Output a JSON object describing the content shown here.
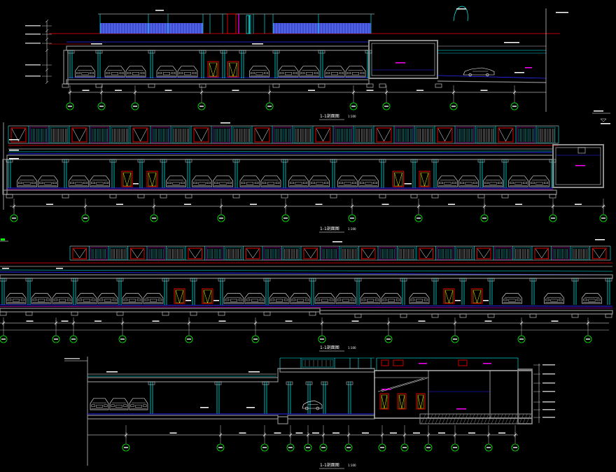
{
  "palette": {
    "background": "#000000",
    "cyan": "#00ffff",
    "red": "#ff0000",
    "white": "#ffffff",
    "gray": "#8c8c8c",
    "light_gray": "#bdbdbd",
    "blue": "#2a2aff",
    "hatch_blue": "#4f63e8",
    "hatch_line": "#1c1c8c",
    "magenta": "#ff00ff",
    "green": "#00ff00",
    "yellow": "#ffff00",
    "car": "#d0d0d0"
  },
  "sections": [
    {
      "title": "1-1剖面图",
      "scale": "1:100"
    },
    {
      "title": "1-1剖面图",
      "scale": "1:100"
    },
    {
      "title": "1-1剖面图",
      "scale": "1:100"
    },
    {
      "title": "1-1剖面图",
      "scale": "1:100"
    }
  ]
}
